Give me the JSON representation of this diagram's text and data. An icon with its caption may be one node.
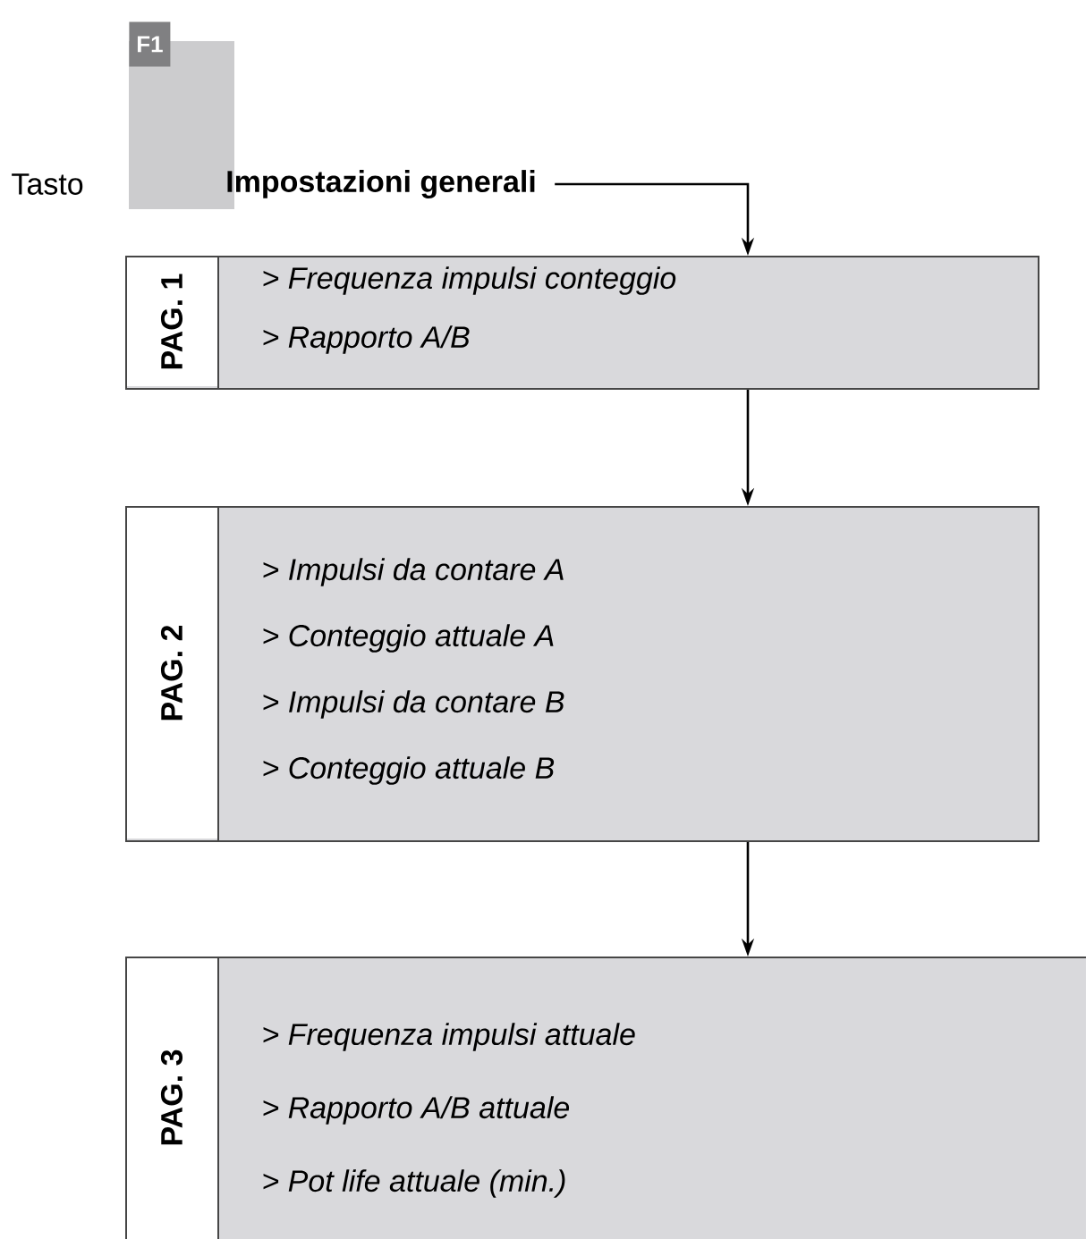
{
  "diagram": {
    "nodes": [
      {
        "text": [
          "F1"
        ]
      },
      {
        "text": [
          "Impostazioni generali"
        ]
      },
      {
        "text": [
          "PAG. 1",
          "> Frequenza impulsi conteggio",
          "> Rapporto A/B"
        ]
      },
      {
        "text": [
          "PAG. 2",
          "> Impulsi da contare A",
          "> Conteggio attuale A",
          "> Impulsi da contare B",
          "> Conteggio attuale B"
        ]
      },
      {
        "text": [
          "PAG. 3",
          "> Frequenza impulsi attuale",
          "> Rapporto A/B attuale",
          "> Pot life attuale (min.)"
        ]
      }
    ],
    "edges": [
      {
        "from": 1,
        "to": 2,
        "arrow": "to"
      },
      {
        "from": 2,
        "to": 3,
        "arrow": "to"
      },
      {
        "from": 3,
        "to": 4,
        "arrow": "to"
      }
    ],
    "labels": [
      "Tasto"
    ]
  }
}
